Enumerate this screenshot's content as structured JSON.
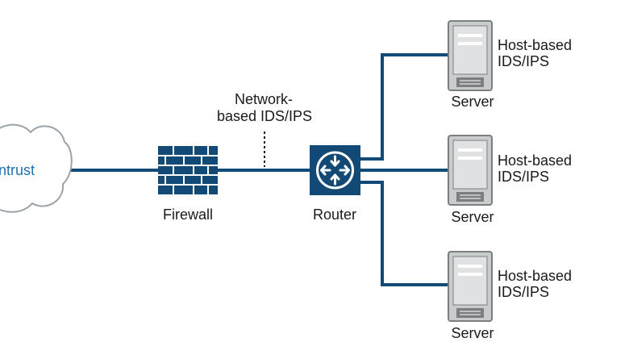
{
  "colors": {
    "link": "#134a75",
    "device_fill": "#134a75",
    "firewall_fill": "#134a75",
    "cloud_stroke": "#9aa3a8",
    "cloud_text": "#1f6fb0",
    "server_body": "#c9cccd",
    "server_dark": "#7b7f82"
  },
  "cloud": {
    "label": "ntrust",
    "icon": "cloud-icon"
  },
  "firewall": {
    "label": "Firewall",
    "icon": "firewall-brick-icon"
  },
  "network_ids": {
    "label_line1": "Network-",
    "label_line2": "based IDS/IPS"
  },
  "router": {
    "label": "Router",
    "icon": "router-arrows-icon"
  },
  "servers": [
    {
      "label": "Server",
      "ids_line1": "Host-based",
      "ids_line2": "IDS/IPS",
      "icon": "server-tower-icon"
    },
    {
      "label": "Server",
      "ids_line1": "Host-based",
      "ids_line2": "IDS/IPS",
      "icon": "server-tower-icon"
    },
    {
      "label": "Server",
      "ids_line1": "Host-based",
      "ids_line2": "IDS/IPS",
      "icon": "server-tower-icon"
    }
  ]
}
